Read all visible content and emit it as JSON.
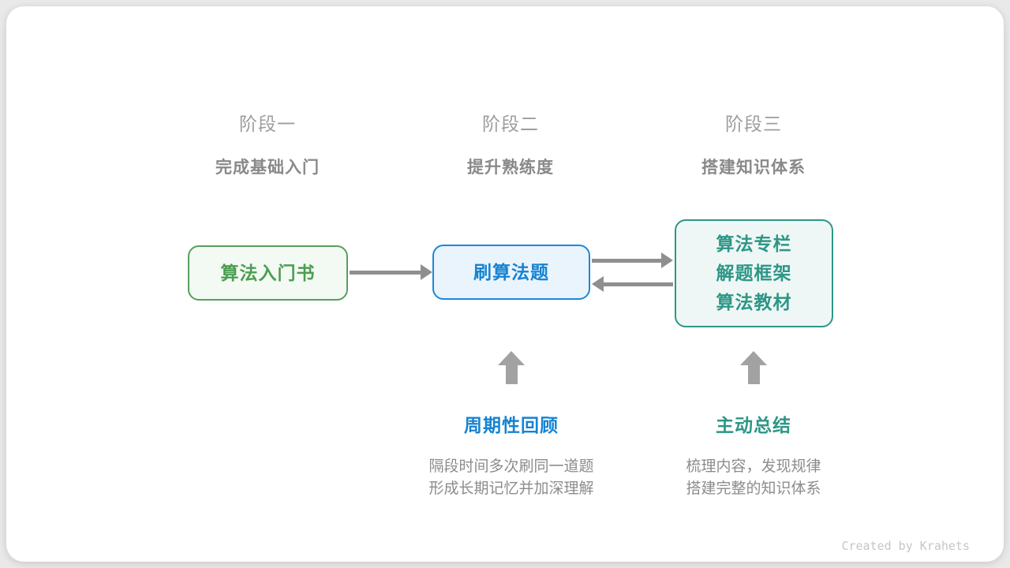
{
  "page": {
    "background_color": "#e9e9e9",
    "card_color": "#ffffff"
  },
  "stages": [
    {
      "label": "阶段一",
      "subtitle": "完成基础入门"
    },
    {
      "label": "阶段二",
      "subtitle": "提升熟练度"
    },
    {
      "label": "阶段三",
      "subtitle": "搭建知识体系"
    }
  ],
  "nodes": [
    {
      "lines": [
        "算法入门书"
      ],
      "border_color": "#57a05c",
      "text_color": "#4a9e50",
      "bg_color": "#f3f9f3"
    },
    {
      "lines": [
        "刷算法题"
      ],
      "border_color": "#1e88d7",
      "text_color": "#1583d2",
      "bg_color": "#eaf4fd"
    },
    {
      "lines": [
        "算法专栏",
        "解题框架",
        "算法教材"
      ],
      "border_color": "#2e9688",
      "text_color": "#2d9687",
      "bg_color": "#eef7f5"
    }
  ],
  "arrows": {
    "node1_to_node2": "right",
    "node2_to_node3": "right",
    "node3_to_node2": "left",
    "color": "#8f8f8f",
    "up_arrow_color": "#a2a2a2"
  },
  "annotations": [
    {
      "title": "周期性回顾",
      "title_color": "#1583d2",
      "line1": "隔段时间多次刷同一道题",
      "line2": "形成长期记忆并加深理解"
    },
    {
      "title": "主动总结",
      "title_color": "#2d9687",
      "line1": "梳理内容，发现规律",
      "line2": "搭建完整的知识体系"
    }
  ],
  "footer": {
    "credit": "Created by Krahets"
  },
  "text_colors": {
    "stage_label": "#9d9d9d",
    "stage_subtitle": "#898989",
    "description": "#8c8c8c",
    "credit": "#c6c6c6"
  }
}
